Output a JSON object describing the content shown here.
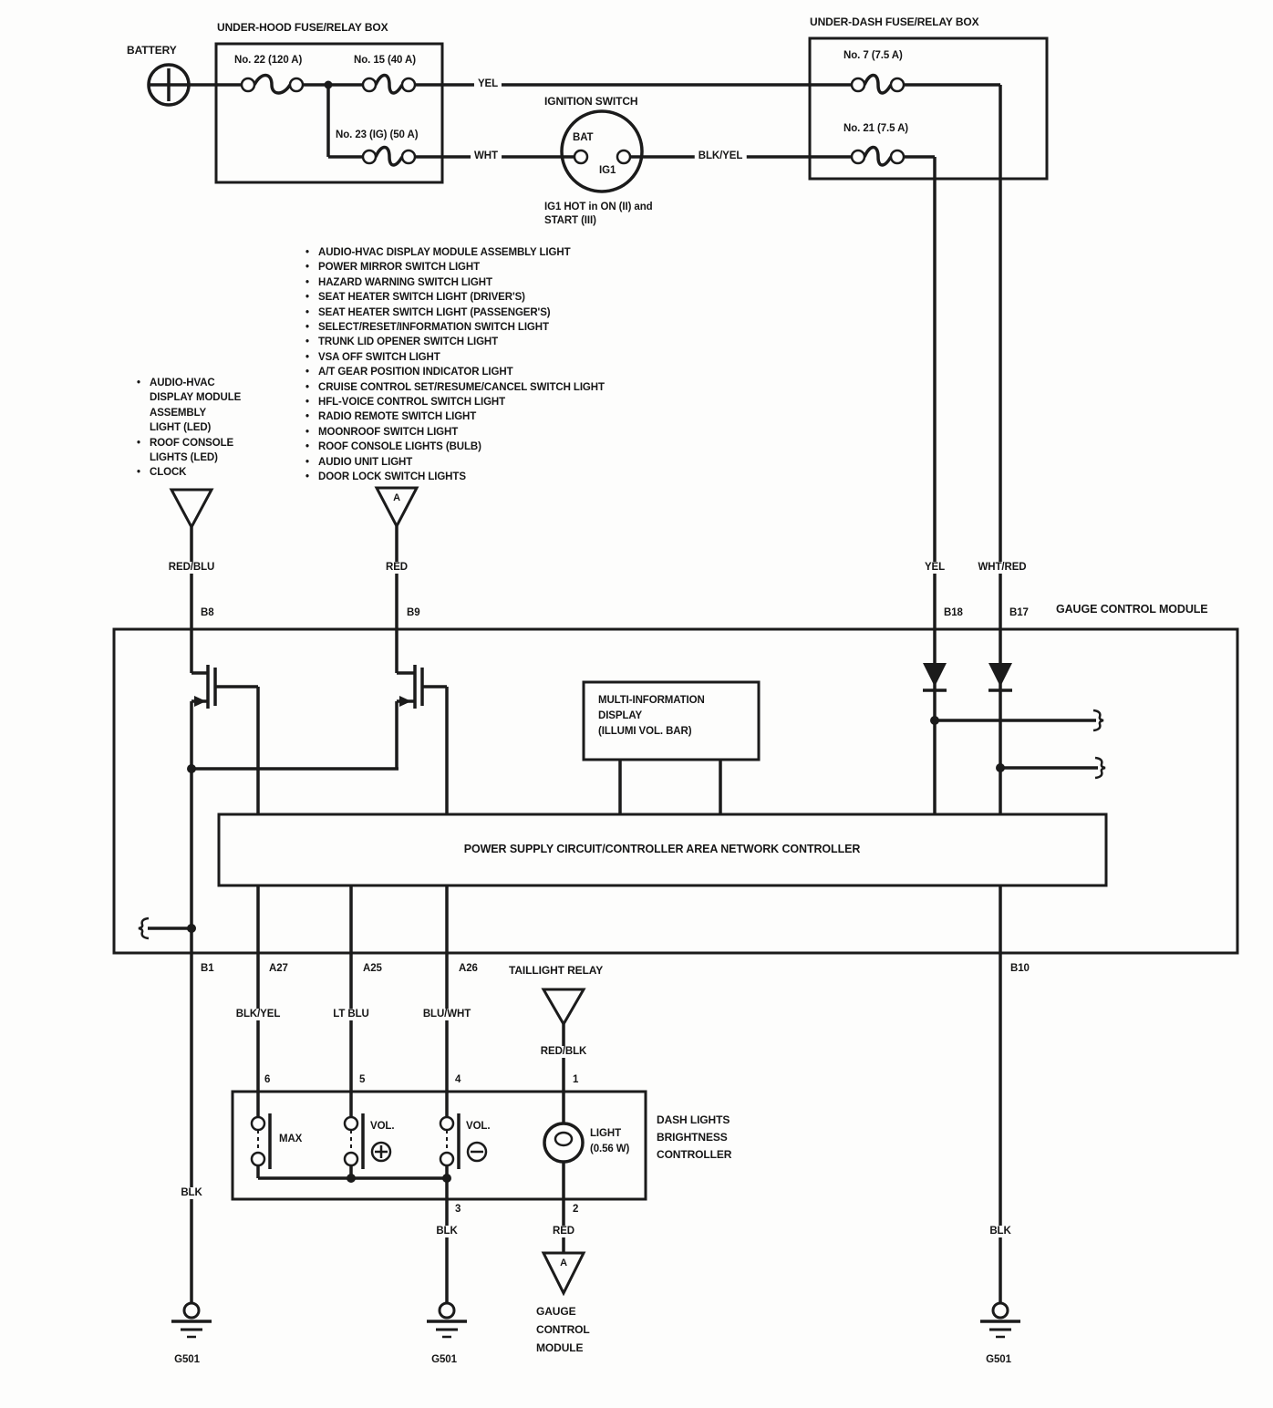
{
  "battery": {
    "label": "BATTERY"
  },
  "underhood_box": {
    "title": "UNDER-HOOD FUSE/RELAY BOX",
    "fuse_22": "No. 22 (120 A)",
    "fuse_15": "No. 15 (40 A)",
    "fuse_23": "No. 23 (IG) (50 A)"
  },
  "ignition_switch": {
    "title": "IGNITION SWITCH",
    "bat": "BAT",
    "ig1": "IG1",
    "note_line1": "IG1 HOT in ON (II) and",
    "note_line2": "START (III)"
  },
  "underdash_box": {
    "title": "UNDER-DASH FUSE/RELAY BOX",
    "fuse_7": "No. 7 (7.5 A)",
    "fuse_21": "No. 21 (7.5 A)"
  },
  "wires": {
    "yel_top": "YEL",
    "wht": "WHT",
    "blk_yel_top": "BLK/YEL",
    "red_blu": "RED/BLU",
    "red_left": "RED",
    "yel_right": "YEL",
    "wht_red": "WHT/RED",
    "blk_yel_a27": "BLK/YEL",
    "lt_blu": "LT BLU",
    "blu_wht": "BLU/WHT",
    "red_blk": "RED/BLK",
    "blk_left": "BLK",
    "blk_mid": "BLK",
    "blk_right": "BLK",
    "red_bulb": "RED"
  },
  "pins": {
    "b8": "B8",
    "b9": "B9",
    "b18": "B18",
    "b17": "B17",
    "b1": "B1",
    "a27": "A27",
    "a25": "A25",
    "a26": "A26",
    "b10": "B10",
    "p6": "6",
    "p5": "5",
    "p4": "4",
    "p1": "1",
    "p3": "3",
    "p2": "2"
  },
  "lists": {
    "left": [
      {
        "b": "•",
        "t": "AUDIO-HVAC"
      },
      {
        "b": "",
        "t": "DISPLAY MODULE"
      },
      {
        "b": "",
        "t": "ASSEMBLY"
      },
      {
        "b": "",
        "t": "LIGHT (LED)"
      },
      {
        "b": "•",
        "t": "ROOF CONSOLE"
      },
      {
        "b": "",
        "t": "LIGHTS (LED)"
      },
      {
        "b": "•",
        "t": "CLOCK"
      }
    ],
    "center": [
      {
        "b": "•",
        "t": "AUDIO-HVAC DISPLAY MODULE ASSEMBLY LIGHT"
      },
      {
        "b": "•",
        "t": "POWER MIRROR SWITCH LIGHT"
      },
      {
        "b": "•",
        "t": "HAZARD WARNING SWITCH LIGHT"
      },
      {
        "b": "•",
        "t": "SEAT HEATER SWITCH LIGHT (DRIVER'S)"
      },
      {
        "b": "•",
        "t": "SEAT HEATER SWITCH LIGHT (PASSENGER'S)"
      },
      {
        "b": "•",
        "t": "SELECT/RESET/INFORMATION SWITCH LIGHT"
      },
      {
        "b": "•",
        "t": "TRUNK LID OPENER SWITCH LIGHT"
      },
      {
        "b": "•",
        "t": "VSA OFF SWITCH LIGHT"
      },
      {
        "b": "•",
        "t": "A/T GEAR POSITION INDICATOR LIGHT"
      },
      {
        "b": "•",
        "t": "CRUISE CONTROL SET/RESUME/CANCEL SWITCH LIGHT"
      },
      {
        "b": "•",
        "t": "HFL-VOICE CONTROL SWITCH LIGHT"
      },
      {
        "b": "•",
        "t": "RADIO REMOTE SWITCH LIGHT"
      },
      {
        "b": "•",
        "t": "MOONROOF SWITCH LIGHT"
      },
      {
        "b": "•",
        "t": "ROOF CONSOLE LIGHTS (BULB)"
      },
      {
        "b": "•",
        "t": "AUDIO UNIT LIGHT"
      },
      {
        "b": "•",
        "t": "DOOR LOCK SWITCH LIGHTS"
      }
    ]
  },
  "gauge_module": {
    "title": "GAUGE CONTROL MODULE",
    "power_bar": "POWER SUPPLY CIRCUIT/CONTROLLER AREA NETWORK CONTROLLER"
  },
  "multi_info_display": {
    "line1": "MULTI-INFORMATION",
    "line2": "DISPLAY",
    "line3": "(ILLUMI VOL. BAR)"
  },
  "taillight_relay": {
    "label": "TAILLIGHT RELAY"
  },
  "dlbc": {
    "name_line1": "DASH LIGHTS",
    "name_line2": "BRIGHTNESS",
    "name_line3": "CONTROLLER",
    "switch_max": "MAX",
    "switch_vol_up": "VOL.",
    "switch_vol_down": "VOL.",
    "light_line1": "LIGHT",
    "light_line2": "(0.56 W)"
  },
  "connector_a": {
    "label": "A"
  },
  "bottom_ref": {
    "line1": "GAUGE",
    "line2": "CONTROL",
    "line3": "MODULE"
  },
  "grounds": {
    "left": "G501",
    "mid": "G501",
    "right": "G501"
  }
}
